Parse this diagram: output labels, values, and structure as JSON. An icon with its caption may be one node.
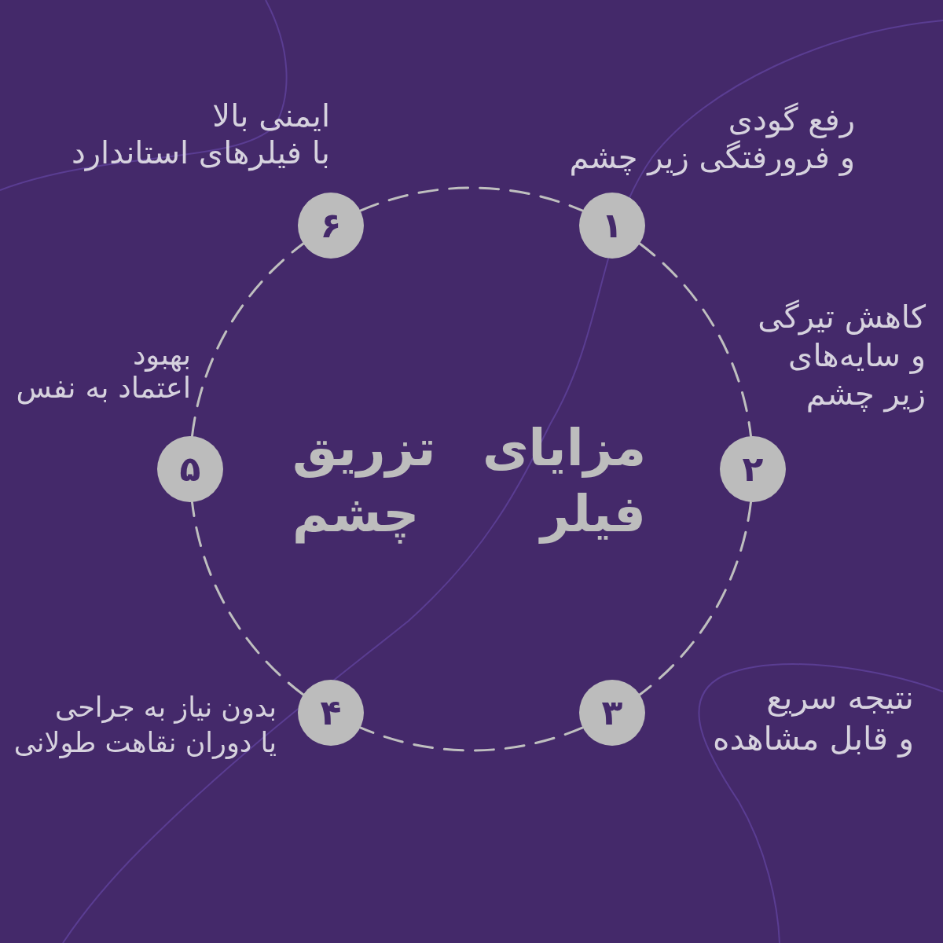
{
  "diagram": {
    "title": "مزایای تزریق فیلر چشم",
    "nodes": [
      {
        "text": [
          "۱"
        ],
        "beside": [
          "رفع گودی و فرورفتگی زیر چشم"
        ]
      },
      {
        "text": [
          "۲"
        ],
        "beside": [
          "کاهش تیرگی و سایه‌های زیر چشم"
        ]
      },
      {
        "text": [
          "۳"
        ],
        "beside": [
          "نتیجه سریع و قابل مشاهده"
        ]
      },
      {
        "text": [
          "۴"
        ],
        "beside": [
          "بدون نیاز به جراحی یا دوران نقاهت طولانی"
        ]
      },
      {
        "text": [
          "۵"
        ],
        "beside": [
          "بهبود اعتماد به نفس"
        ]
      },
      {
        "text": [
          "۶"
        ],
        "beside": [
          "ایمنی بالا با فیلرهای استاندارد"
        ]
      }
    ],
    "edges": [
      {
        "from": 0,
        "to": 1,
        "arrow": "none",
        "style": "dashed"
      },
      {
        "from": 1,
        "to": 2,
        "arrow": "none",
        "style": "dashed"
      },
      {
        "from": 2,
        "to": 3,
        "arrow": "none",
        "style": "dashed"
      },
      {
        "from": 3,
        "to": 4,
        "arrow": "none",
        "style": "dashed"
      },
      {
        "from": 4,
        "to": 5,
        "arrow": "none",
        "style": "dashed"
      },
      {
        "from": 5,
        "to": 0,
        "arrow": "none",
        "style": "dashed"
      }
    ]
  }
}
